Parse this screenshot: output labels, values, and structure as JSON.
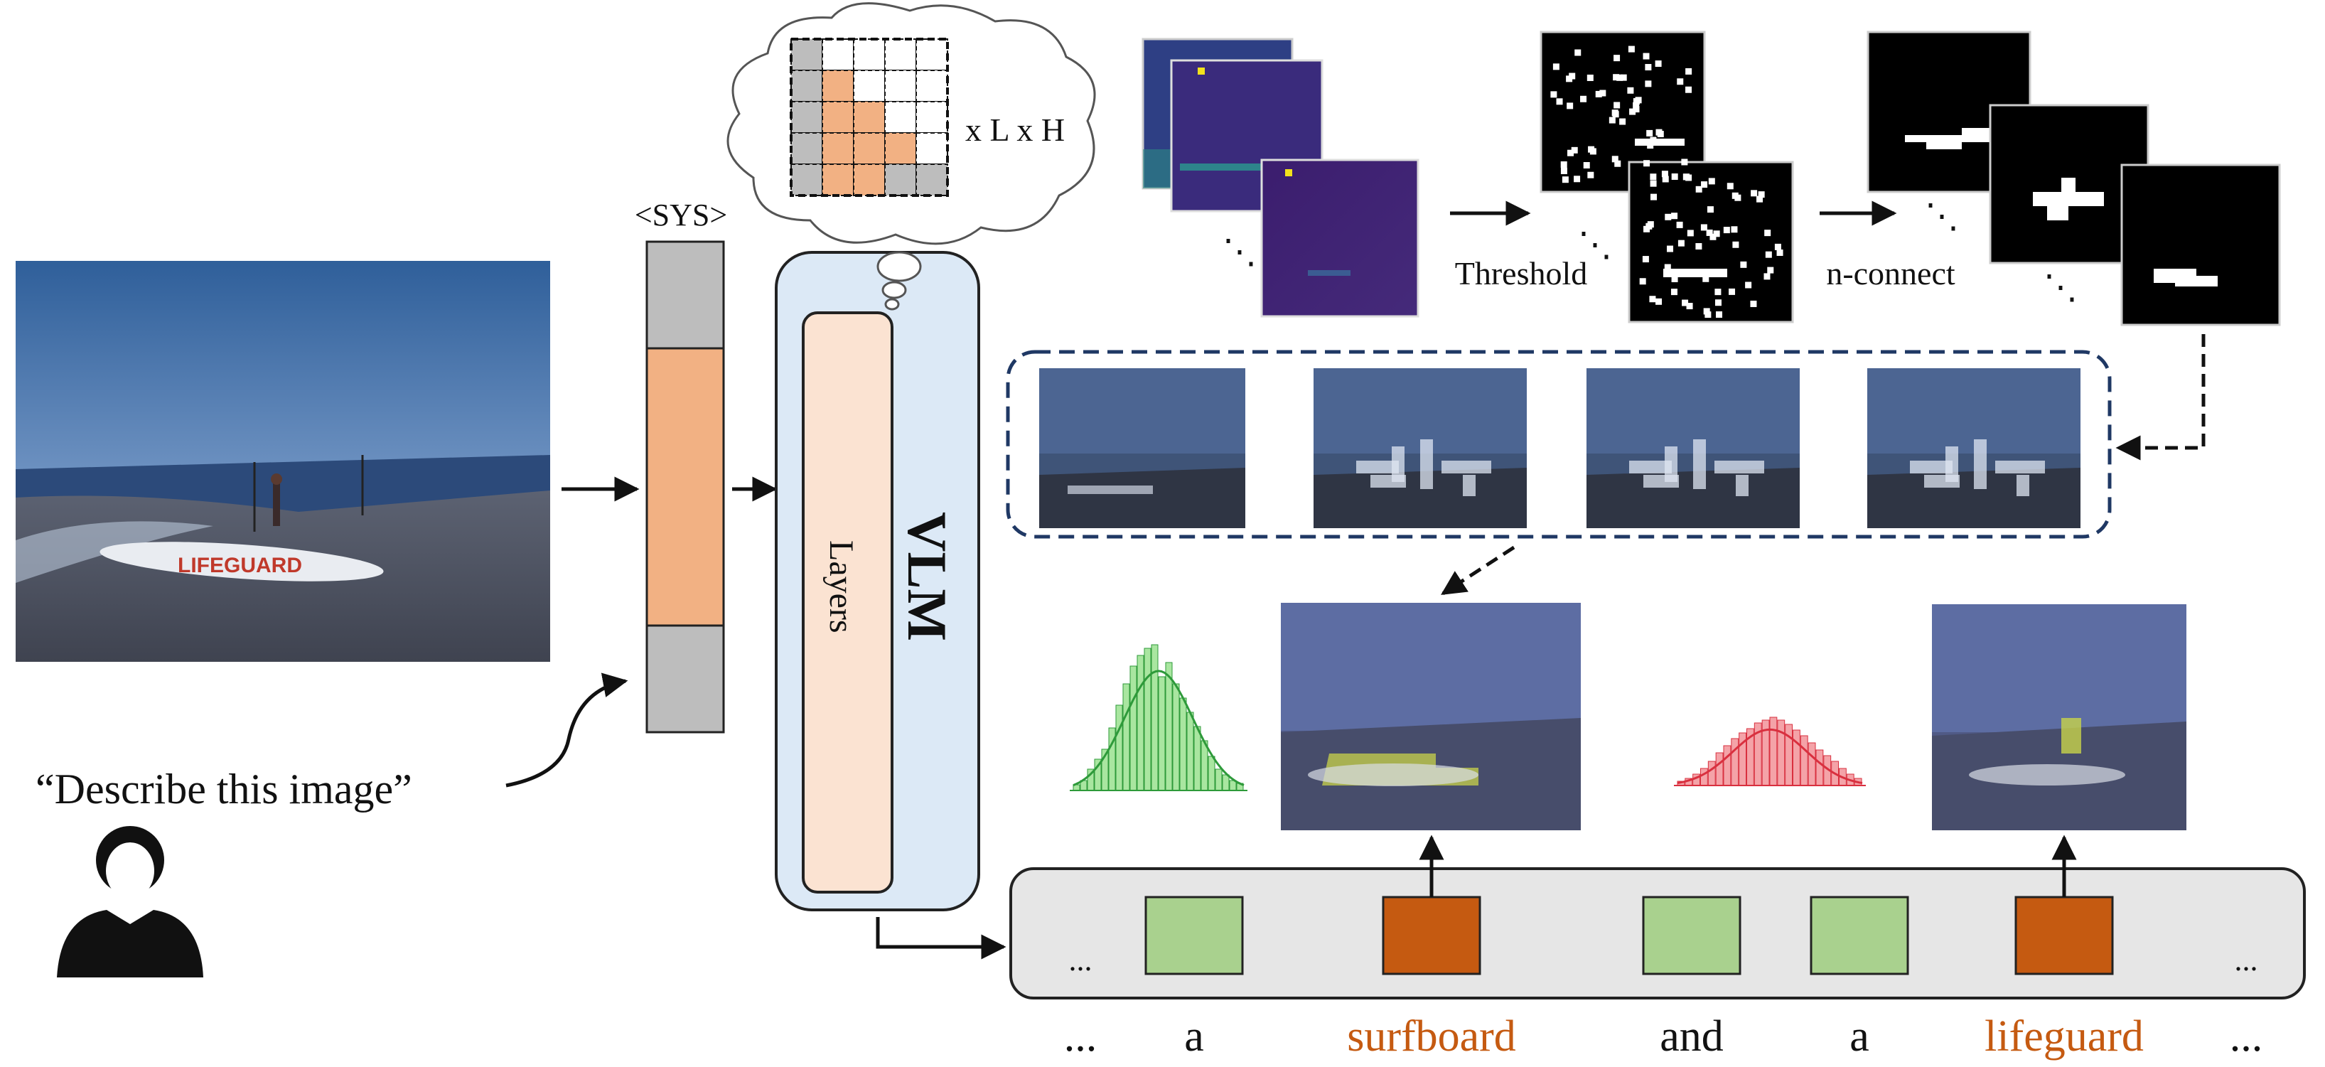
{
  "labels": {
    "prompt": "“Describe this image”",
    "sys": "<SYS>",
    "vlm": "VLM",
    "layers": "Layers",
    "grid_multiplier": "x L x H",
    "threshold": "Threshold",
    "n_connect": "n-connect",
    "ellipsis": "...",
    "dots": "⋱"
  },
  "photo_text": "LIFEGUARD",
  "tokens": [
    {
      "word": "...",
      "type": "ellipsis"
    },
    {
      "word": "a",
      "type": "text"
    },
    {
      "word": "surfboard",
      "type": "visual"
    },
    {
      "word": "and",
      "type": "text"
    },
    {
      "word": "a",
      "type": "text"
    },
    {
      "word": "lifeguard",
      "type": "visual"
    },
    {
      "word": "...",
      "type": "ellipsis"
    }
  ],
  "colors": {
    "sys_gray": "#bdbdbd",
    "image_token": "#f2b183",
    "vlm_box": "#dce9f6",
    "layers_box": "#fbe3d2",
    "text_token": "#a9d18e",
    "visual_token": "#c55a11",
    "visual_word": "#c55a11",
    "dist_green": "#a9e6a0",
    "dist_red": "#f4a3a8"
  }
}
